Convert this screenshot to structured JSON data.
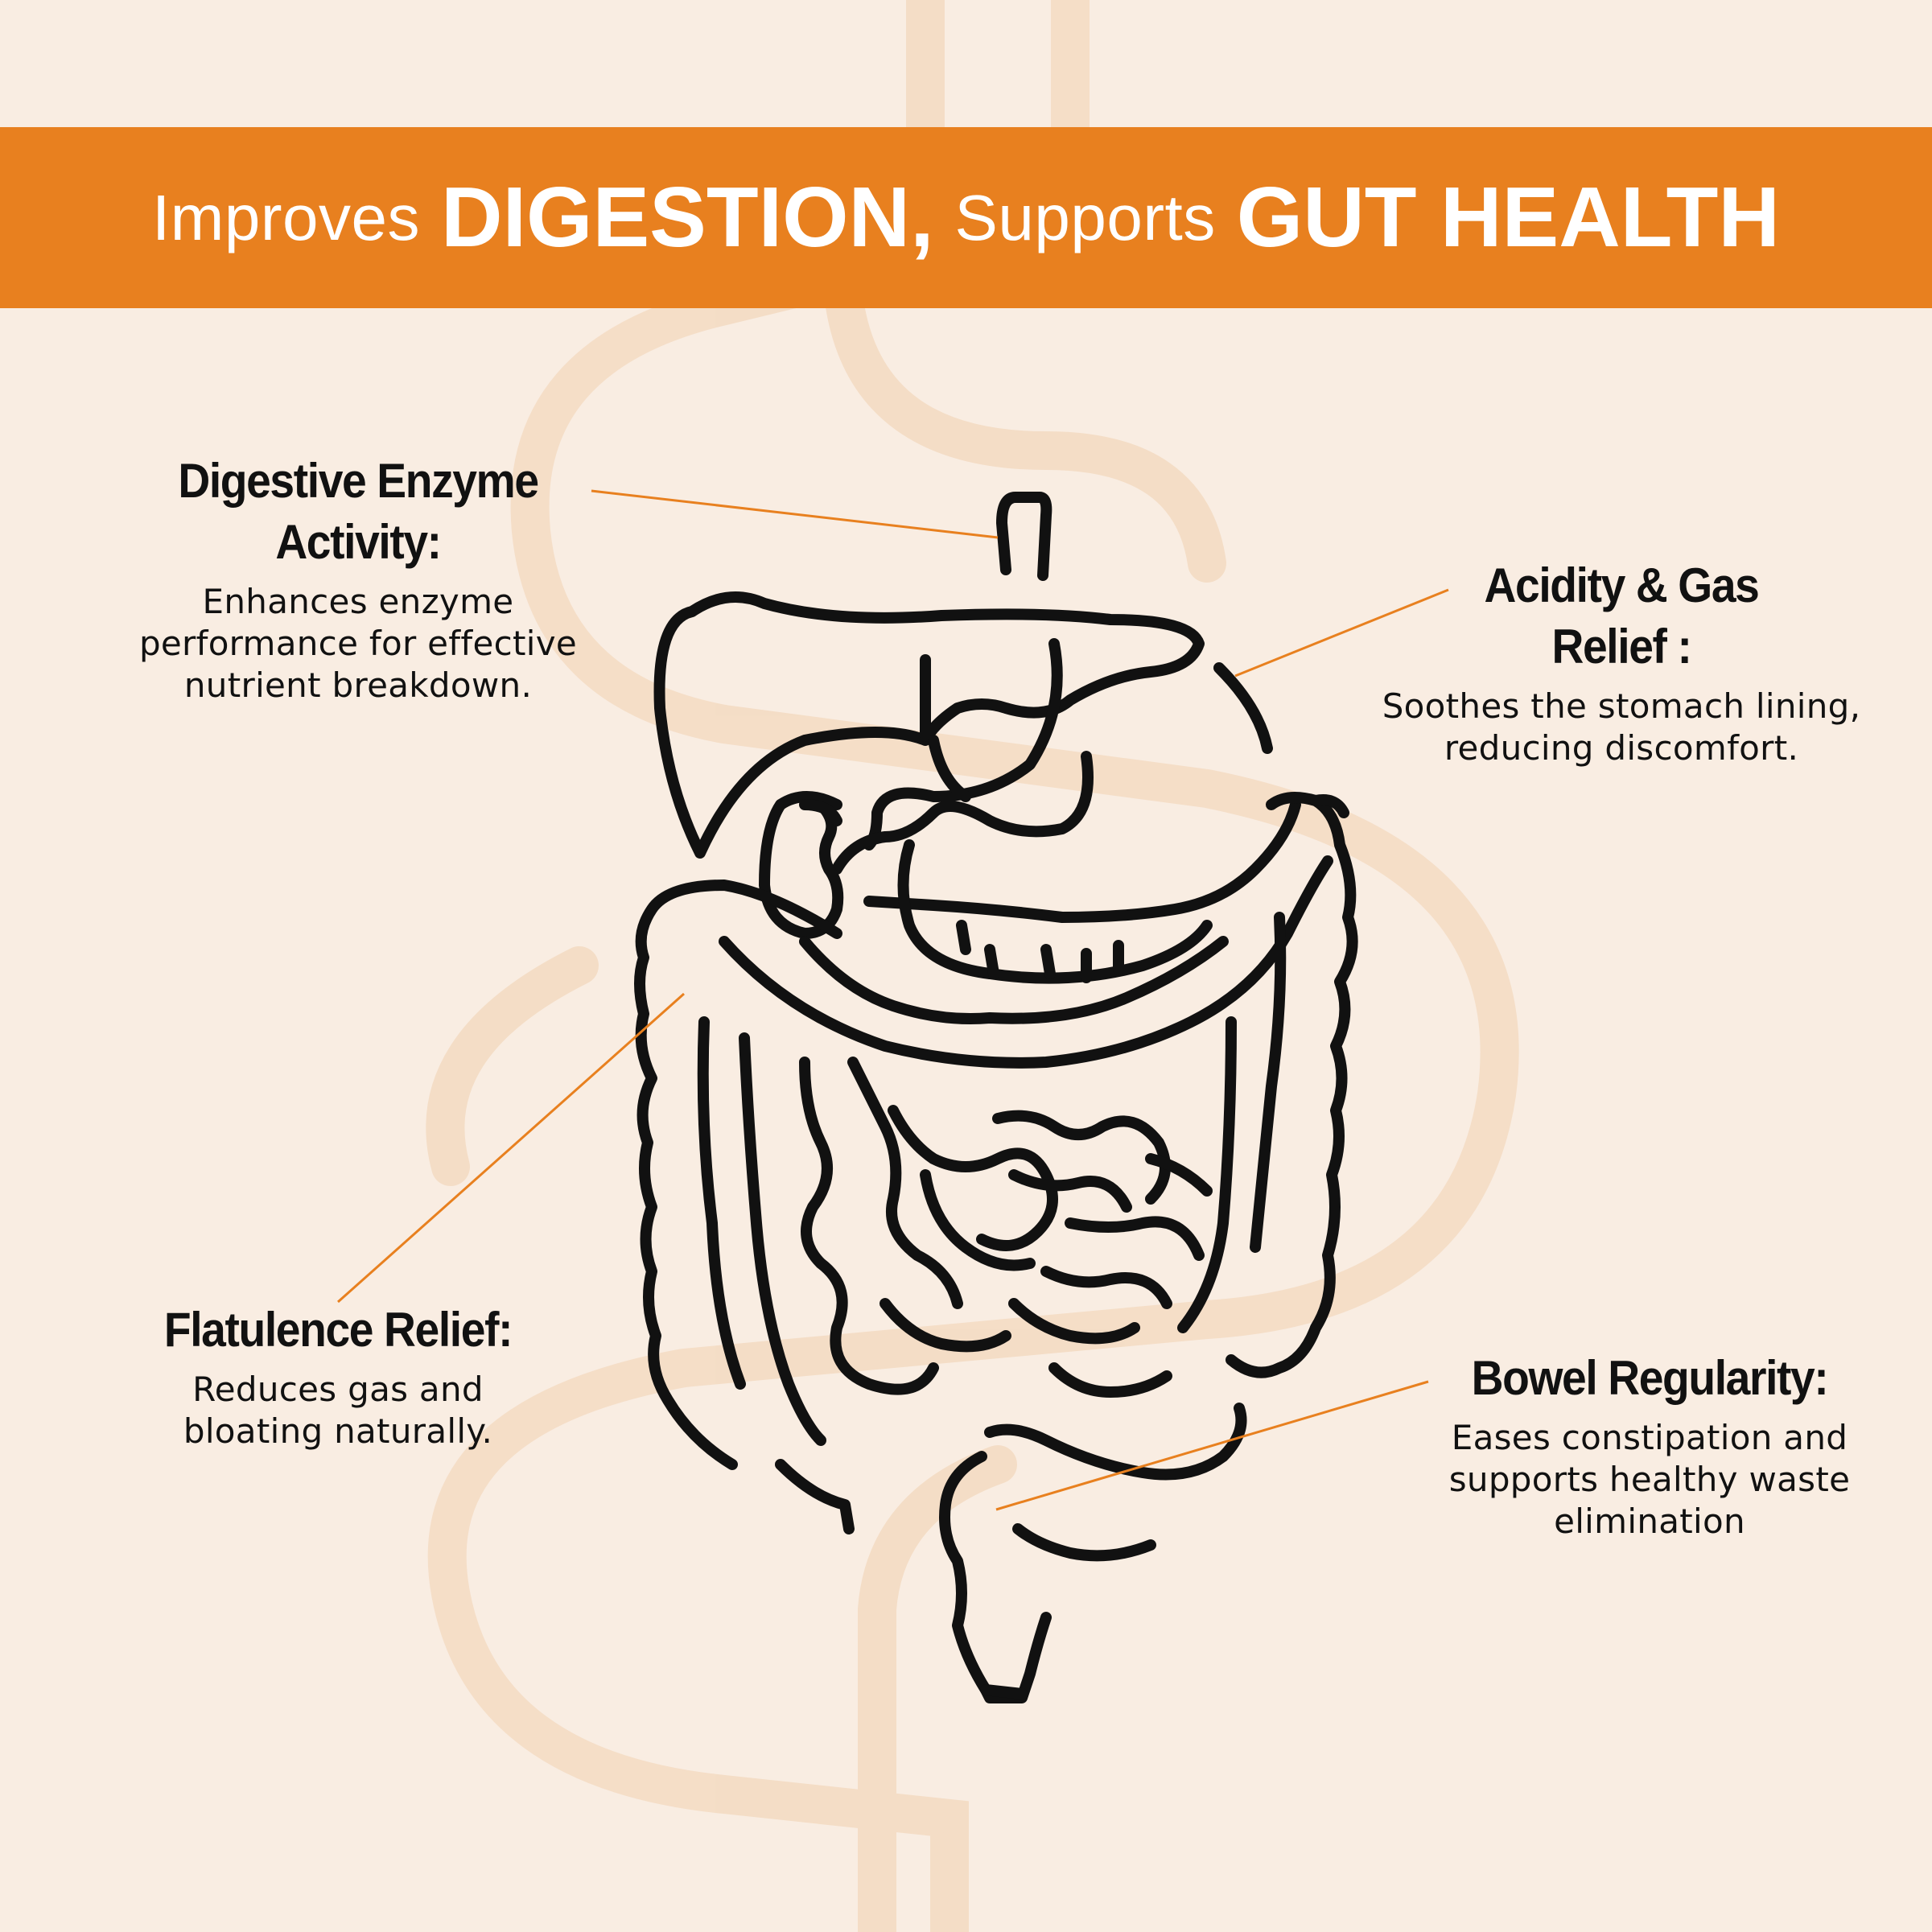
{
  "colors": {
    "background": "#f9ede2",
    "banner": "#e8801f",
    "leader_line": "#e8801f",
    "ink": "#111111",
    "watermark": "#f4dcc4"
  },
  "header": {
    "part1": "Improves",
    "part2": "DIGESTION,",
    "part3": "Supports",
    "part4": "GUT HEALTH"
  },
  "illustration": {
    "icon": "digestive-system-icon"
  },
  "callouts": {
    "enzyme": {
      "title_line1": "Digestive Enzyme",
      "title_line2": "Activity:",
      "body": "Enhances enzyme performance for effective nutrient breakdown."
    },
    "acidity": {
      "title_line1": "Acidity & Gas",
      "title_line2": "Relief :",
      "body": "Soothes the stomach lining, reducing discomfort."
    },
    "flatulence": {
      "title": "Flatulence Relief:",
      "body": "Reduces gas and bloating naturally."
    },
    "bowel": {
      "title": "Bowel Regularity:",
      "body": "Eases constipation and supports healthy waste elimination"
    }
  }
}
